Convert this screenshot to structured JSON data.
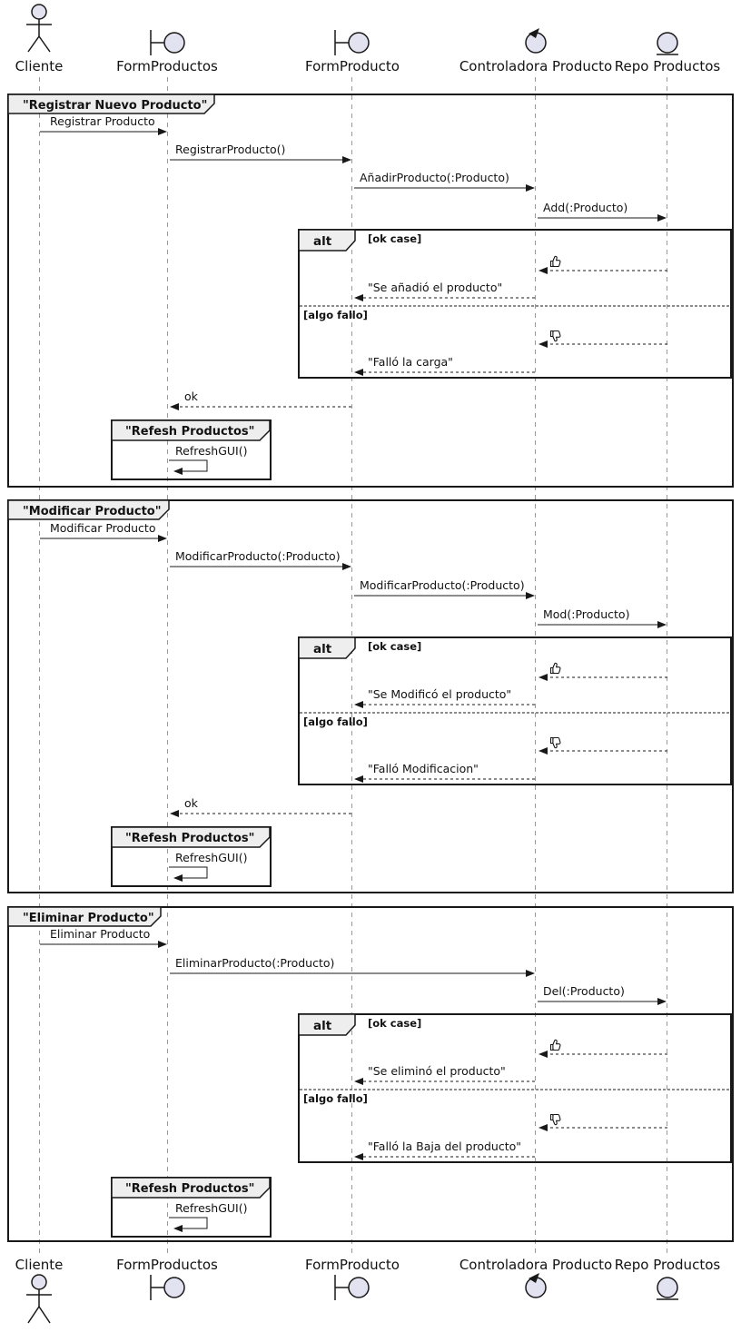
{
  "participants": [
    {
      "label": "Cliente",
      "type": "actor"
    },
    {
      "label": "FormProductos",
      "type": "boundary"
    },
    {
      "label": "FormProducto",
      "type": "boundary"
    },
    {
      "label": "Controladora Producto",
      "type": "control"
    },
    {
      "label": "Repo Productos",
      "type": "entity"
    }
  ],
  "frames": [
    {
      "title": "\"Registrar Nuevo Producto\"",
      "operator": "alt",
      "guard_ok": "[ok case]",
      "guard_fail": "[algo fallo]",
      "messages": {
        "m1": "Registrar Producto",
        "m2": "RegistrarProducto()",
        "m3": "AñadirProducto(:Producto)",
        "m4": "Add(:Producto)",
        "ok_reply": "\"Se añadió el producto\"",
        "fail_reply": "\"Falló la carga\"",
        "ok": "ok"
      },
      "subframe": {
        "title": "\"Refesh Productos\"",
        "message": "RefreshGUI()"
      }
    },
    {
      "title": "\"Modificar Producto\"",
      "operator": "alt",
      "guard_ok": "[ok case]",
      "guard_fail": "[algo fallo]",
      "messages": {
        "m1": "Modificar Producto",
        "m2": "ModificarProducto(:Producto)",
        "m3": "ModificarProducto(:Producto)",
        "m4": "Mod(:Producto)",
        "ok_reply": "\"Se Modificó el producto\"",
        "fail_reply": "\"Falló Modificacion\"",
        "ok": "ok"
      },
      "subframe": {
        "title": "\"Refesh Productos\"",
        "message": "RefreshGUI()"
      }
    },
    {
      "title": "\"Eliminar Producto\"",
      "operator": "alt",
      "guard_ok": "[ok case]",
      "guard_fail": "[algo fallo]",
      "messages": {
        "m1": "Eliminar Producto",
        "m2": "EliminarProducto(:Producto)",
        "m3": "Del(:Producto)",
        "ok_reply": "\"Se eliminó el producto\"",
        "fail_reply": "\"Falló la Baja del producto\""
      },
      "subframe": {
        "title": "\"Refesh Productos\"",
        "message": "RefreshGUI()"
      }
    }
  ],
  "icons": {
    "ok_result": "thumbs-up-icon",
    "fail_result": "thumbs-down-icon"
  },
  "colors": {
    "background": "#FFFFFF",
    "stroke": "#181818",
    "lifeline": "#999999",
    "frame_header_bg": "#EEEEEE",
    "participant_fill": "#E2E2F0"
  }
}
